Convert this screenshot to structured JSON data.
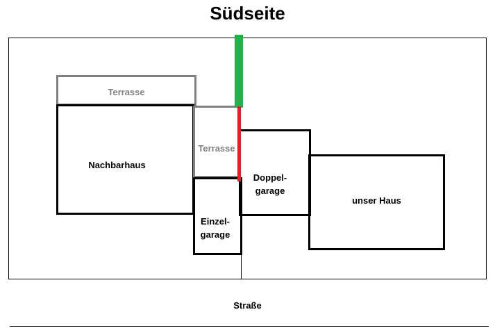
{
  "diagram": {
    "title": "Südseite",
    "street": "Straße",
    "boxes": {
      "terrasse_top": "Terrasse",
      "nachbarhaus": "Nachbarhaus",
      "terrasse_mid": "Terrasse",
      "einzelgarage": "Einzel-\ngarage",
      "doppelgarage": "Doppel-\ngarage",
      "unser_haus": "unser Haus"
    },
    "colors": {
      "green_line": "#22b14c",
      "red_line": "#ed1c24",
      "gray": "#808080",
      "black": "#000000"
    }
  }
}
